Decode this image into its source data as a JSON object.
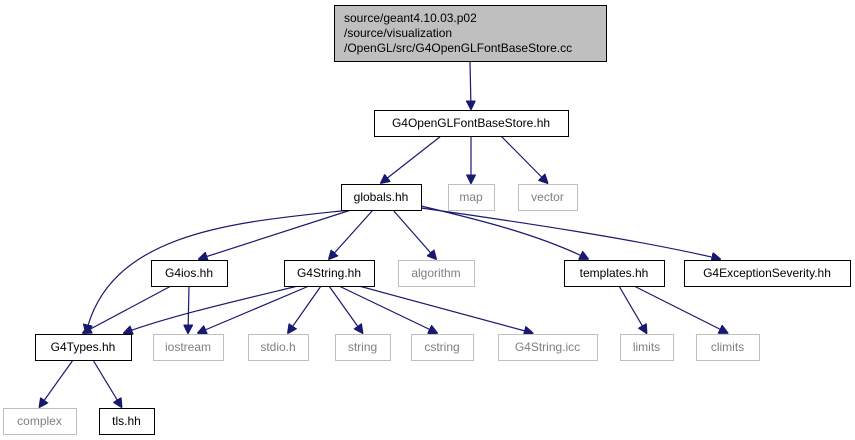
{
  "diagram": {
    "nodes": [
      {
        "id": "root",
        "lines": [
          "source/geant4.10.03.p02",
          "/source/visualization",
          "/OpenGL/src/G4OpenGLFontBaseStore.cc"
        ],
        "style": "root"
      },
      {
        "id": "fontbasestore",
        "lines": [
          "G4OpenGLFontBaseStore.hh"
        ],
        "style": "normal"
      },
      {
        "id": "globals",
        "lines": [
          "globals.hh"
        ],
        "style": "normal"
      },
      {
        "id": "map",
        "lines": [
          "map"
        ],
        "style": "gray"
      },
      {
        "id": "vector",
        "lines": [
          "vector"
        ],
        "style": "gray"
      },
      {
        "id": "g4ios",
        "lines": [
          "G4ios.hh"
        ],
        "style": "normal"
      },
      {
        "id": "g4string",
        "lines": [
          "G4String.hh"
        ],
        "style": "normal"
      },
      {
        "id": "algorithm",
        "lines": [
          "algorithm"
        ],
        "style": "gray"
      },
      {
        "id": "templates",
        "lines": [
          "templates.hh"
        ],
        "style": "normal"
      },
      {
        "id": "g4exceptionseverity",
        "lines": [
          "G4ExceptionSeverity.hh"
        ],
        "style": "normal"
      },
      {
        "id": "g4types",
        "lines": [
          "G4Types.hh"
        ],
        "style": "normal"
      },
      {
        "id": "iostream",
        "lines": [
          "iostream"
        ],
        "style": "gray"
      },
      {
        "id": "stdio",
        "lines": [
          "stdio.h"
        ],
        "style": "gray"
      },
      {
        "id": "string",
        "lines": [
          "string"
        ],
        "style": "gray"
      },
      {
        "id": "cstring",
        "lines": [
          "cstring"
        ],
        "style": "gray"
      },
      {
        "id": "g4stringicc",
        "lines": [
          "G4String.icc"
        ],
        "style": "gray"
      },
      {
        "id": "limits",
        "lines": [
          "limits"
        ],
        "style": "gray"
      },
      {
        "id": "climits",
        "lines": [
          "climits"
        ],
        "style": "gray"
      },
      {
        "id": "complex",
        "lines": [
          "complex"
        ],
        "style": "gray"
      },
      {
        "id": "tls",
        "lines": [
          "tls.hh"
        ],
        "style": "normal"
      }
    ],
    "edges": [
      {
        "from": "root",
        "to": "fontbasestore"
      },
      {
        "from": "fontbasestore",
        "to": "globals"
      },
      {
        "from": "fontbasestore",
        "to": "map"
      },
      {
        "from": "fontbasestore",
        "to": "vector"
      },
      {
        "from": "globals",
        "to": "g4types"
      },
      {
        "from": "globals",
        "to": "g4ios"
      },
      {
        "from": "globals",
        "to": "g4string"
      },
      {
        "from": "globals",
        "to": "algorithm"
      },
      {
        "from": "globals",
        "to": "templates"
      },
      {
        "from": "globals",
        "to": "g4exceptionseverity"
      },
      {
        "from": "g4ios",
        "to": "g4types"
      },
      {
        "from": "g4ios",
        "to": "iostream"
      },
      {
        "from": "g4string",
        "to": "g4types"
      },
      {
        "from": "g4string",
        "to": "iostream"
      },
      {
        "from": "g4string",
        "to": "stdio"
      },
      {
        "from": "g4string",
        "to": "string"
      },
      {
        "from": "g4string",
        "to": "cstring"
      },
      {
        "from": "g4string",
        "to": "g4stringicc"
      },
      {
        "from": "templates",
        "to": "limits"
      },
      {
        "from": "templates",
        "to": "climits"
      },
      {
        "from": "g4types",
        "to": "complex"
      },
      {
        "from": "g4types",
        "to": "tls"
      }
    ]
  }
}
